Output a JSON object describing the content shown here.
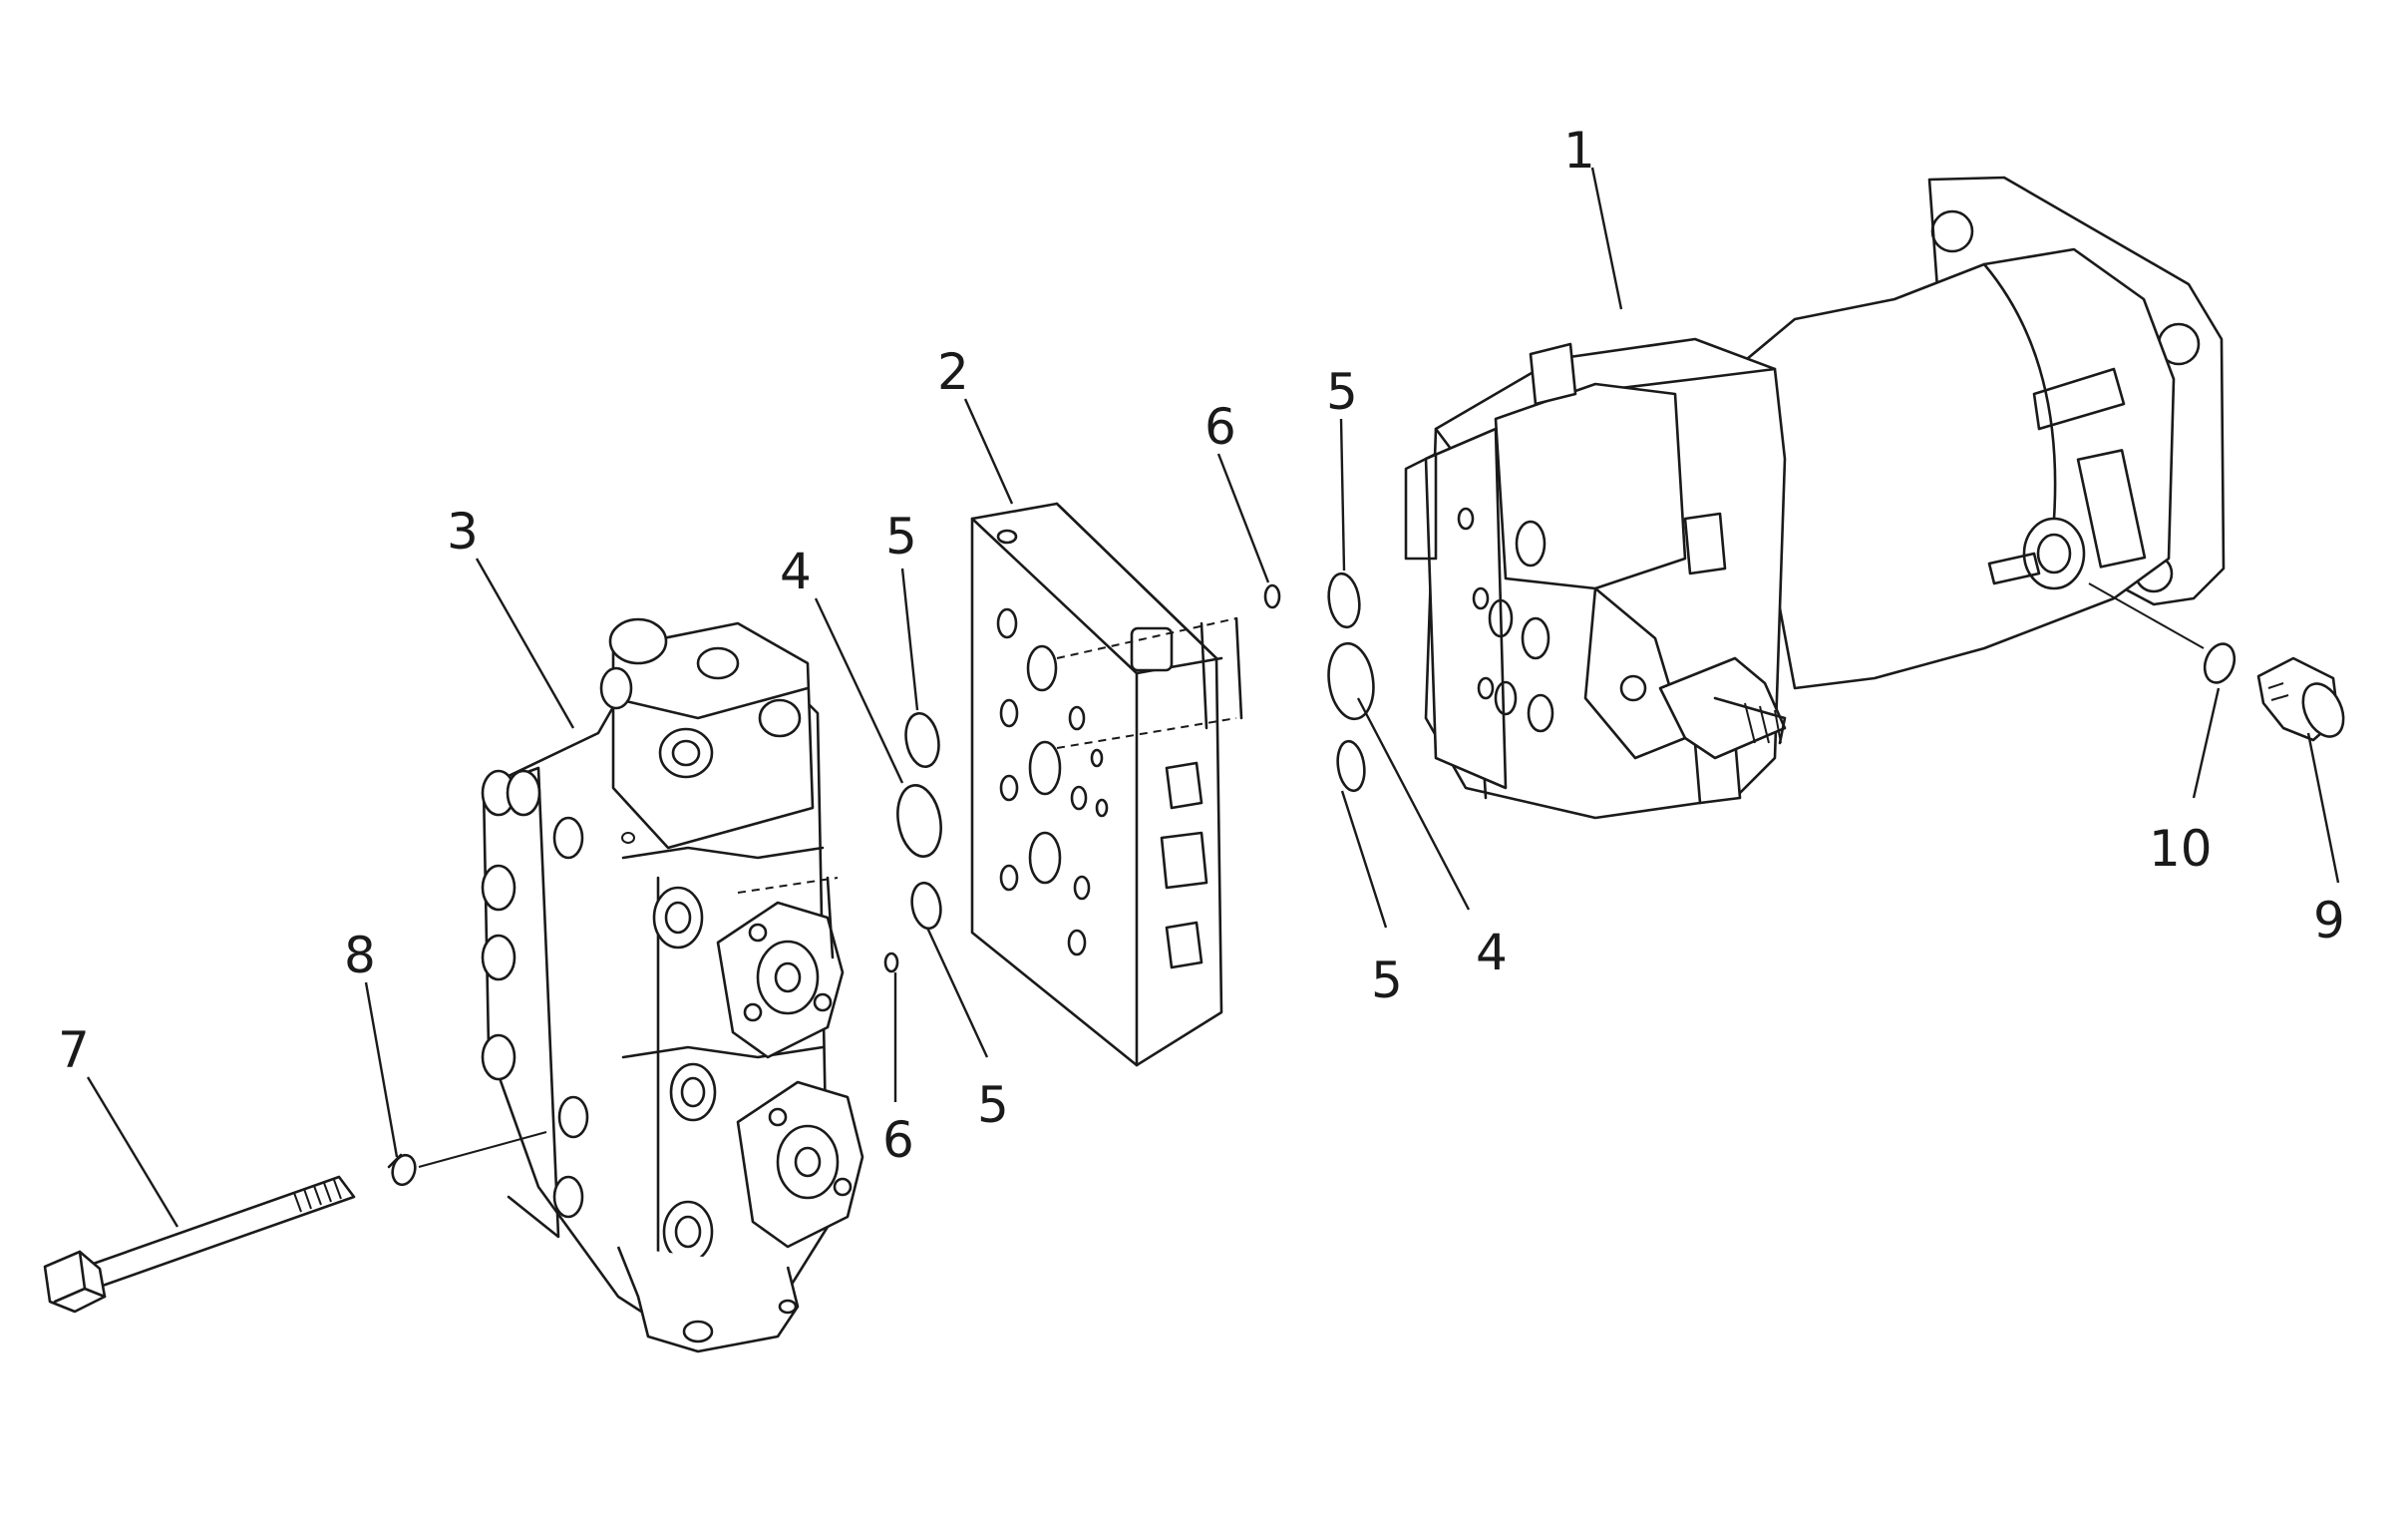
{
  "diagram": {
    "type": "exploded parts diagram",
    "callouts": [
      {
        "id": "c1",
        "label": "1"
      },
      {
        "id": "c2",
        "label": "2"
      },
      {
        "id": "c3",
        "label": "3"
      },
      {
        "id": "c4a",
        "label": "4"
      },
      {
        "id": "c4b",
        "label": "4"
      },
      {
        "id": "c5a",
        "label": "5"
      },
      {
        "id": "c5b",
        "label": "5"
      },
      {
        "id": "c5c",
        "label": "5"
      },
      {
        "id": "c5d",
        "label": "5"
      },
      {
        "id": "c6a",
        "label": "6"
      },
      {
        "id": "c6b",
        "label": "6"
      },
      {
        "id": "c7",
        "label": "7"
      },
      {
        "id": "c8",
        "label": "8"
      },
      {
        "id": "c9",
        "label": "9"
      },
      {
        "id": "c10",
        "label": "10"
      }
    ]
  }
}
